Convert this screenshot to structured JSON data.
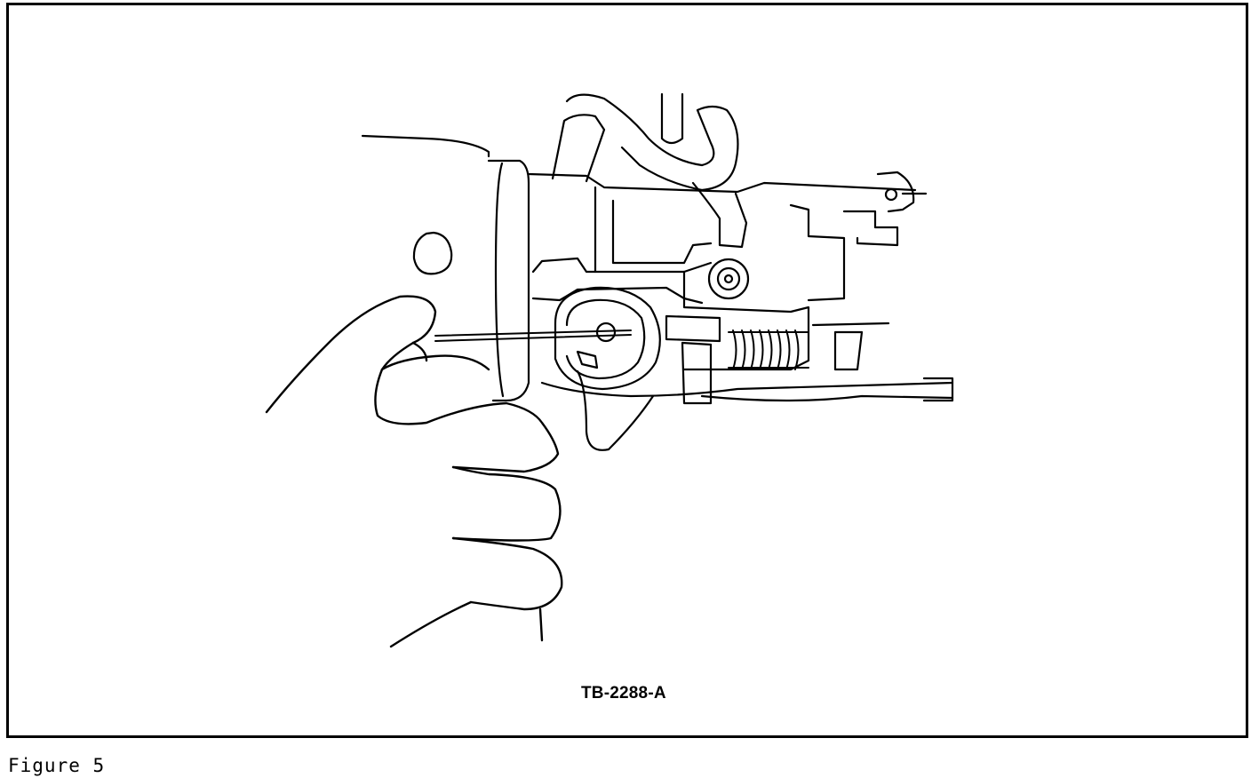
{
  "figure": {
    "part_number": "TB-2288-A",
    "caption": "Figure 5"
  },
  "illustration": {
    "subject": "hand holding tool inserted into steering column lock cylinder",
    "line_color": "#000000",
    "background_color": "#ffffff"
  }
}
